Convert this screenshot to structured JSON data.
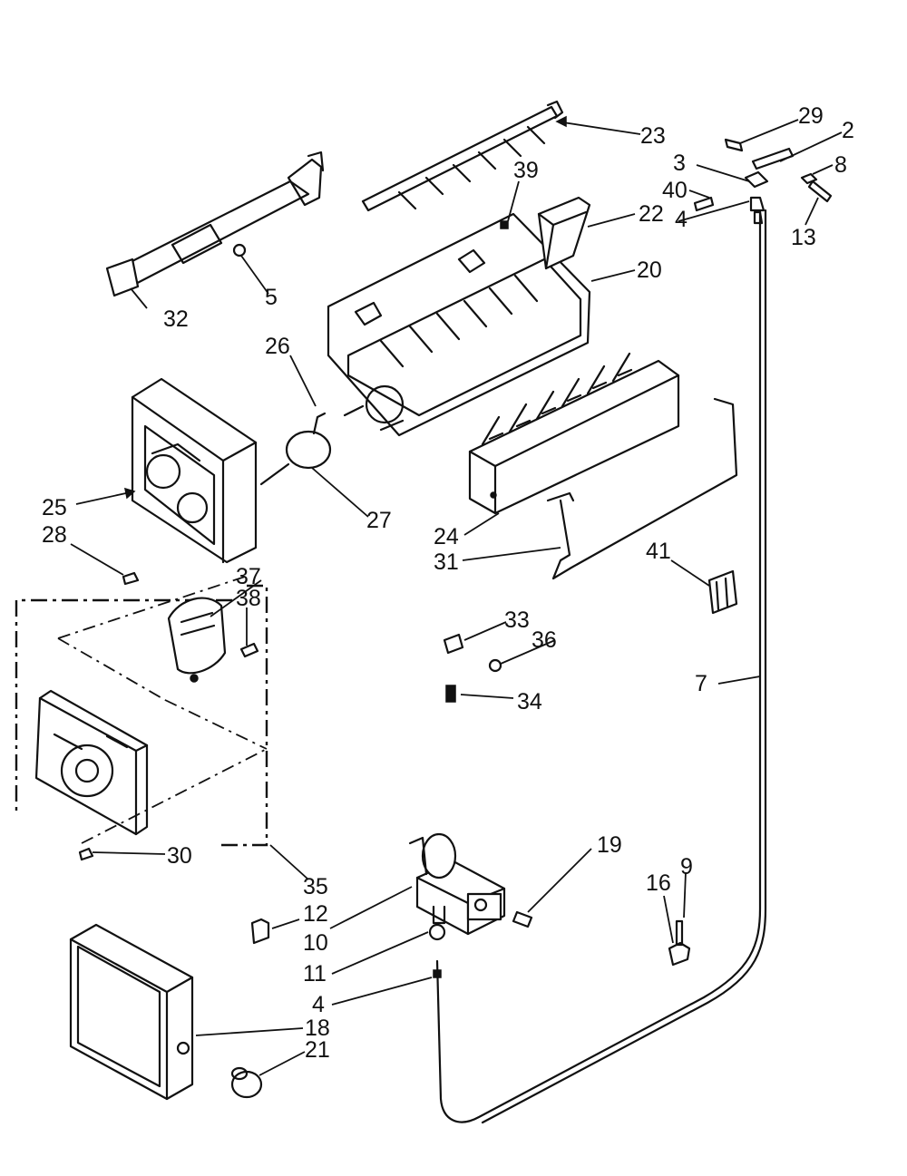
{
  "callouts": [
    {
      "id": "c29",
      "label": "29"
    },
    {
      "id": "c2",
      "label": "2"
    },
    {
      "id": "c3",
      "label": "3"
    },
    {
      "id": "c8",
      "label": "8"
    },
    {
      "id": "c40",
      "label": "40"
    },
    {
      "id": "c13",
      "label": "13"
    },
    {
      "id": "c4a",
      "label": "4"
    },
    {
      "id": "c23",
      "label": "23"
    },
    {
      "id": "c39",
      "label": "39"
    },
    {
      "id": "c22",
      "label": "22"
    },
    {
      "id": "c20",
      "label": "20"
    },
    {
      "id": "c5",
      "label": "5"
    },
    {
      "id": "c32",
      "label": "32"
    },
    {
      "id": "c26",
      "label": "26"
    },
    {
      "id": "c27",
      "label": "27"
    },
    {
      "id": "c25",
      "label": "25"
    },
    {
      "id": "c28",
      "label": "28"
    },
    {
      "id": "c24",
      "label": "24"
    },
    {
      "id": "c31",
      "label": "31"
    },
    {
      "id": "c41",
      "label": "41"
    },
    {
      "id": "c37",
      "label": "37"
    },
    {
      "id": "c38",
      "label": "38"
    },
    {
      "id": "c33",
      "label": "33"
    },
    {
      "id": "c36",
      "label": "36"
    },
    {
      "id": "c34",
      "label": "34"
    },
    {
      "id": "c7",
      "label": "7"
    },
    {
      "id": "c30",
      "label": "30"
    },
    {
      "id": "c19",
      "label": "19"
    },
    {
      "id": "c35",
      "label": "35"
    },
    {
      "id": "c9",
      "label": "9"
    },
    {
      "id": "c16",
      "label": "16"
    },
    {
      "id": "c12",
      "label": "12"
    },
    {
      "id": "c10",
      "label": "10"
    },
    {
      "id": "c11",
      "label": "11"
    },
    {
      "id": "c4b",
      "label": "4"
    },
    {
      "id": "c18",
      "label": "18"
    },
    {
      "id": "c21",
      "label": "21"
    }
  ]
}
